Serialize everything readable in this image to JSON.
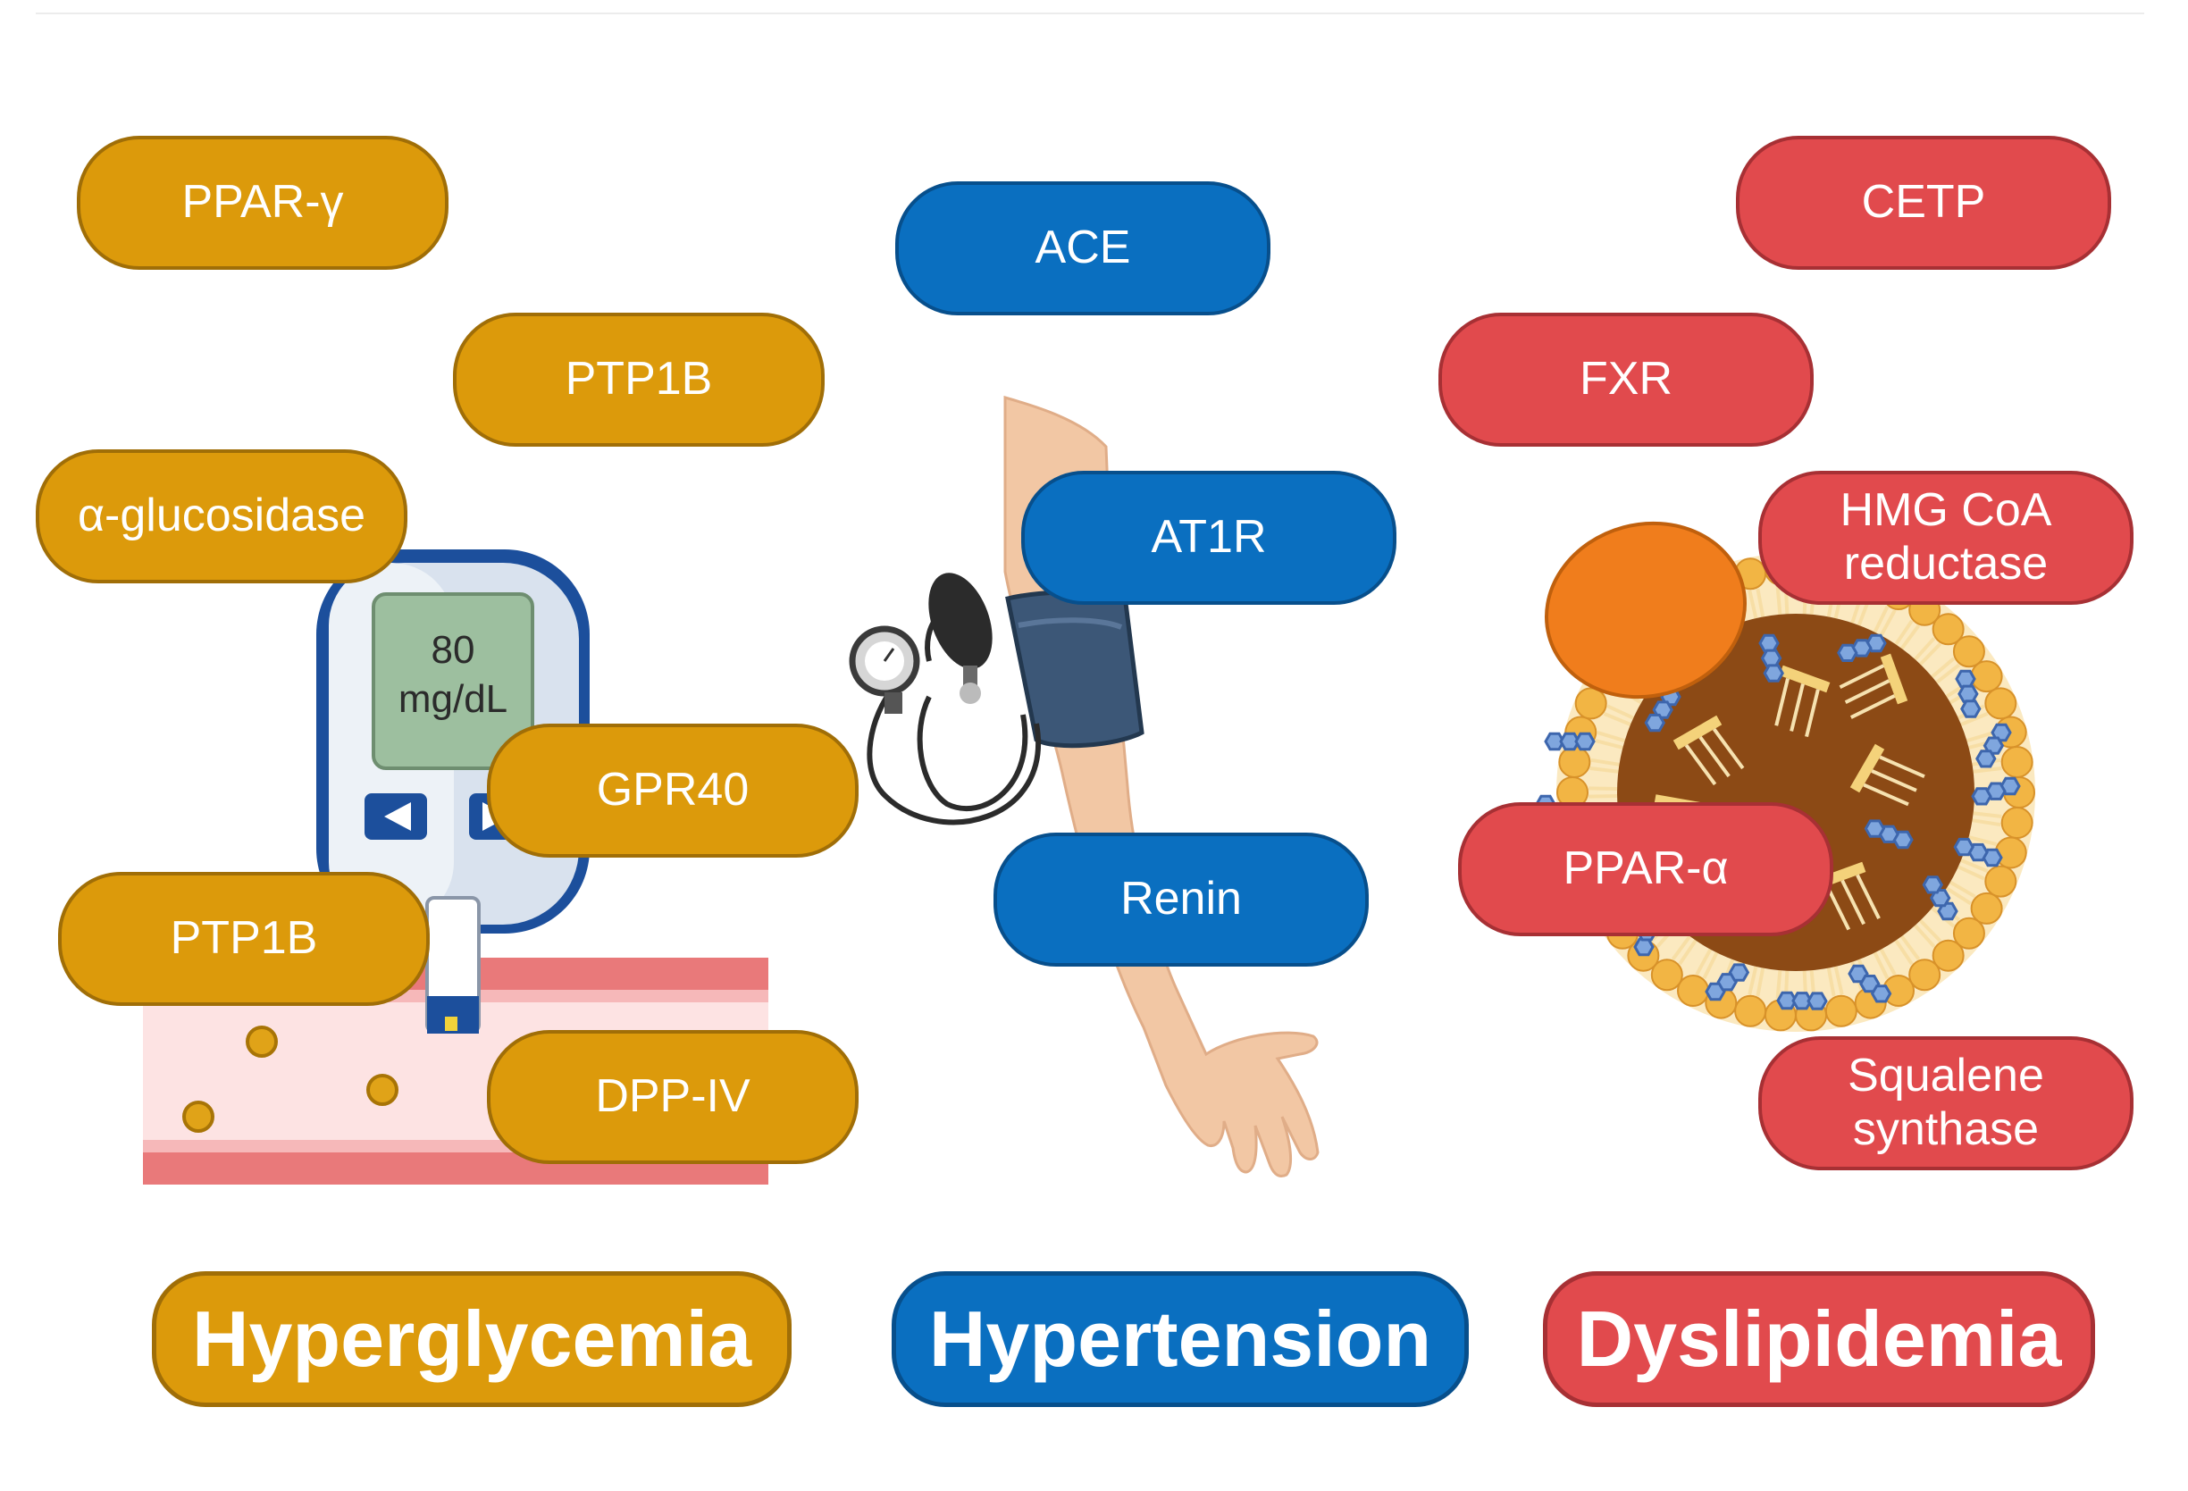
{
  "hyperglycemia": {
    "title": "Hyperglycemia",
    "targets": [
      "PPAR-γ",
      "PTP1B",
      "α-glucosidase",
      "GPR40",
      "PTP1B",
      "DPP-IV"
    ],
    "meter_value": "80",
    "meter_unit": "mg/dL"
  },
  "hypertension": {
    "title": "Hypertension",
    "targets": [
      "ACE",
      "AT1R",
      "Renin"
    ]
  },
  "dyslipidemia": {
    "title": "Dyslipidemia",
    "targets": [
      "CETP",
      "FXR",
      "HMG CoA\nreductase",
      "PPAR-α",
      "Squalene\nsynthase"
    ]
  },
  "colors": {
    "hyperglycemia": "#dc9a0b",
    "hypertension": "#0a6fc0",
    "dyslipidemia": "#e14a4d"
  }
}
